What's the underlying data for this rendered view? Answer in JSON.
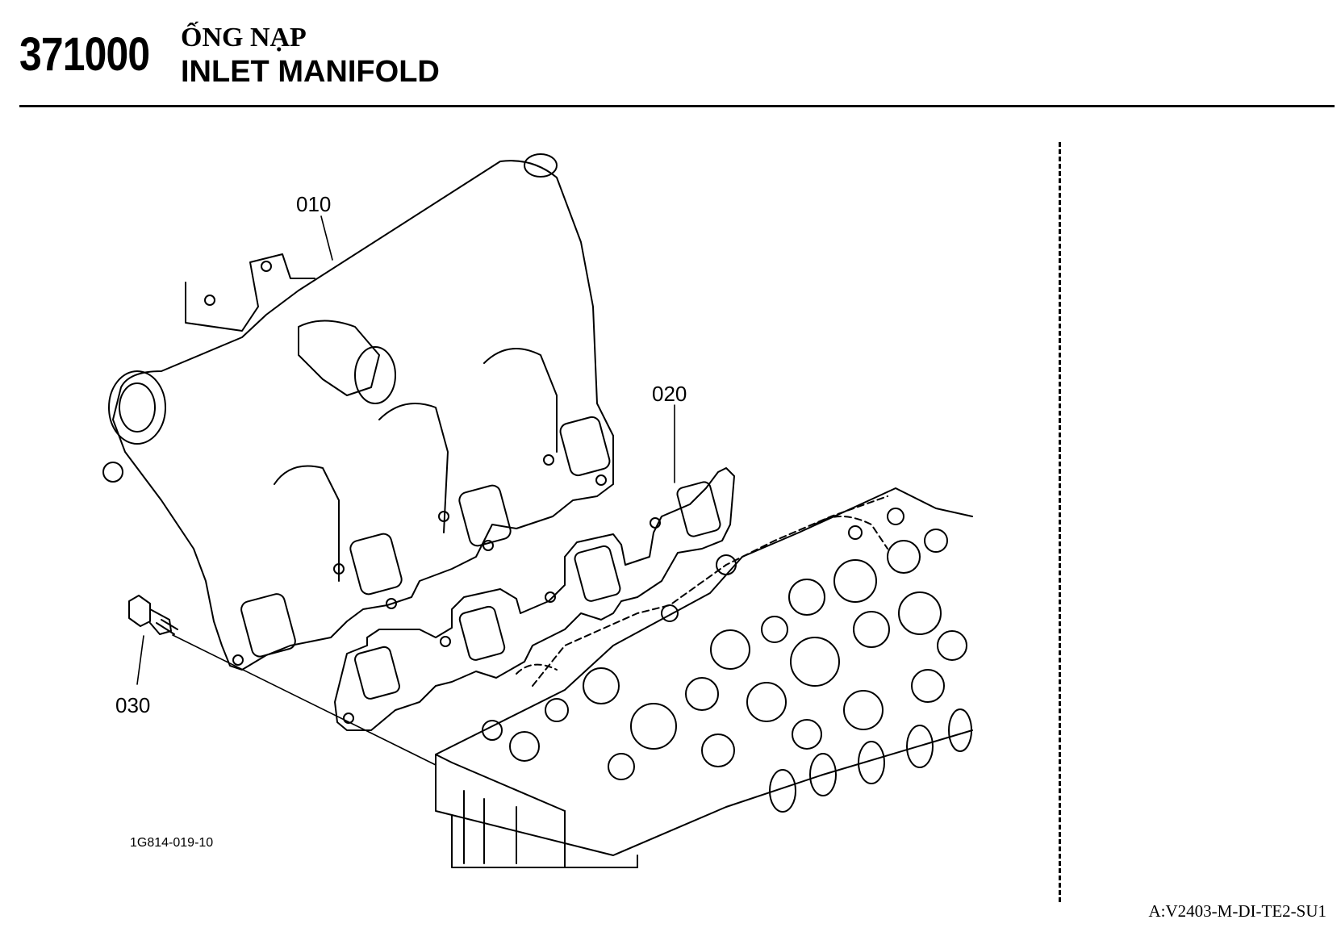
{
  "header": {
    "section_code": "371000",
    "title_vi": "ỐNG NẠP",
    "title_en": "INLET MANIFOLD"
  },
  "diagram": {
    "callouts": [
      {
        "id": "manifold",
        "label": "010"
      },
      {
        "id": "gasket",
        "label": "020"
      },
      {
        "id": "bolt",
        "label": "030"
      }
    ],
    "drawing_number": "1G814-019-10"
  },
  "footer": {
    "model_reference": "A:V2403-M-DI-TE2-SU1"
  }
}
